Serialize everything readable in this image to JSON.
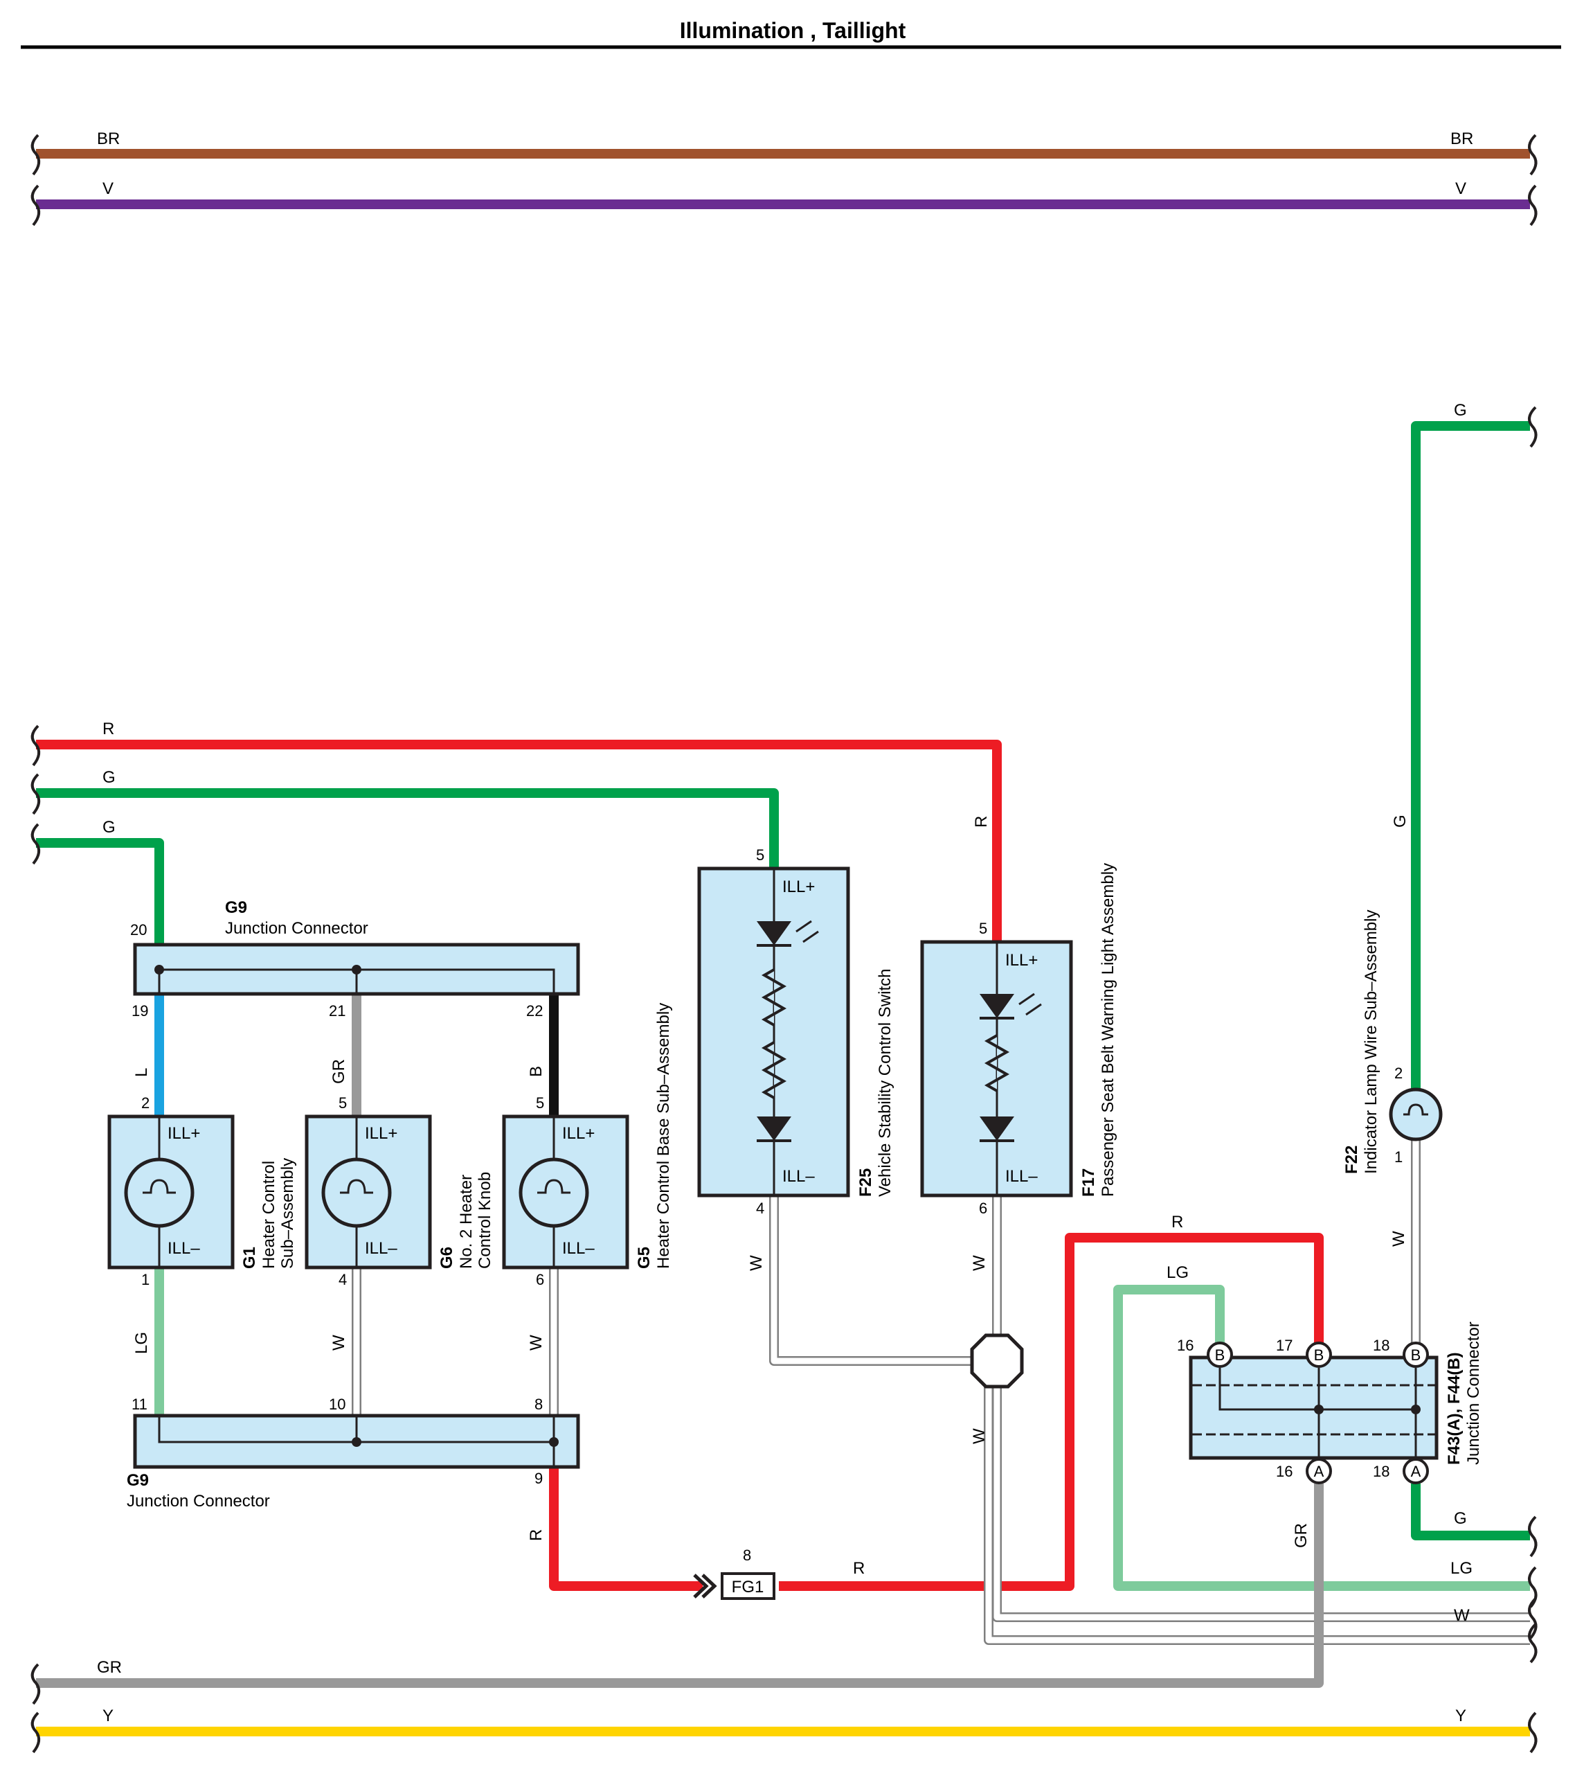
{
  "title": "Illumination , Taillight",
  "colors": {
    "BR": "#a0522d",
    "V": "#6a2c91",
    "R": "#ed1c24",
    "G": "#00a14b",
    "LG": "#7ecb9c",
    "L": "#1aa3e0",
    "GR": "#999999",
    "B": "#111111",
    "W": "#ffffff",
    "Y": "#ffd400",
    "component_fill": "#c9e8f7"
  },
  "wire_codes": {
    "BR": "BR",
    "V": "V",
    "R": "R",
    "G": "G",
    "LG": "LG",
    "L": "L",
    "GR": "GR",
    "B": "B",
    "W": "W",
    "Y": "Y"
  },
  "components": {
    "g9_top": {
      "code": "G9",
      "name": "Junction Connector",
      "pins": [
        "20",
        "19",
        "21",
        "22"
      ]
    },
    "g9_bottom": {
      "code": "G9",
      "name": "Junction Connector",
      "pins": [
        "11",
        "10",
        "8",
        "9"
      ]
    },
    "g1": {
      "code": "G1",
      "name_line1": "Heater Control",
      "name_line2": "Sub–Assembly",
      "pin_top": "2",
      "pin_bottom": "1"
    },
    "g6": {
      "code": "G6",
      "name_line1": "No. 2 Heater",
      "name_line2": "Control Knob",
      "pin_top": "5",
      "pin_bottom": "4"
    },
    "g5": {
      "code": "G5",
      "name_line1": "Heater Control Base Sub–Assembly",
      "pin_top": "5",
      "pin_bottom": "6"
    },
    "f25": {
      "code": "F25",
      "name_line1": "Vehicle Stability Control Switch",
      "pin_top": "5",
      "pin_bottom": "4"
    },
    "f17": {
      "code": "F17",
      "name_line1": "Passenger Seat Belt Warning Light Assembly",
      "pin_top": "5",
      "pin_bottom": "6"
    },
    "f22": {
      "code": "F22",
      "name_line1": "Indicator Lamp Wire Sub–Assembly",
      "pin_top": "2",
      "pin_bottom": "1"
    },
    "f43": {
      "code": "F43(A), F44(B)",
      "name_line1": "Junction Connector",
      "pins_top": [
        "16",
        "17",
        "18"
      ],
      "pins_bottom": [
        "16",
        "18"
      ],
      "tag_top": "B",
      "tag_bottom": "A"
    },
    "fg1": {
      "code": "FG1",
      "pin": "8"
    }
  },
  "terminals": {
    "plus": "ILL+",
    "minus": "ILL–"
  }
}
